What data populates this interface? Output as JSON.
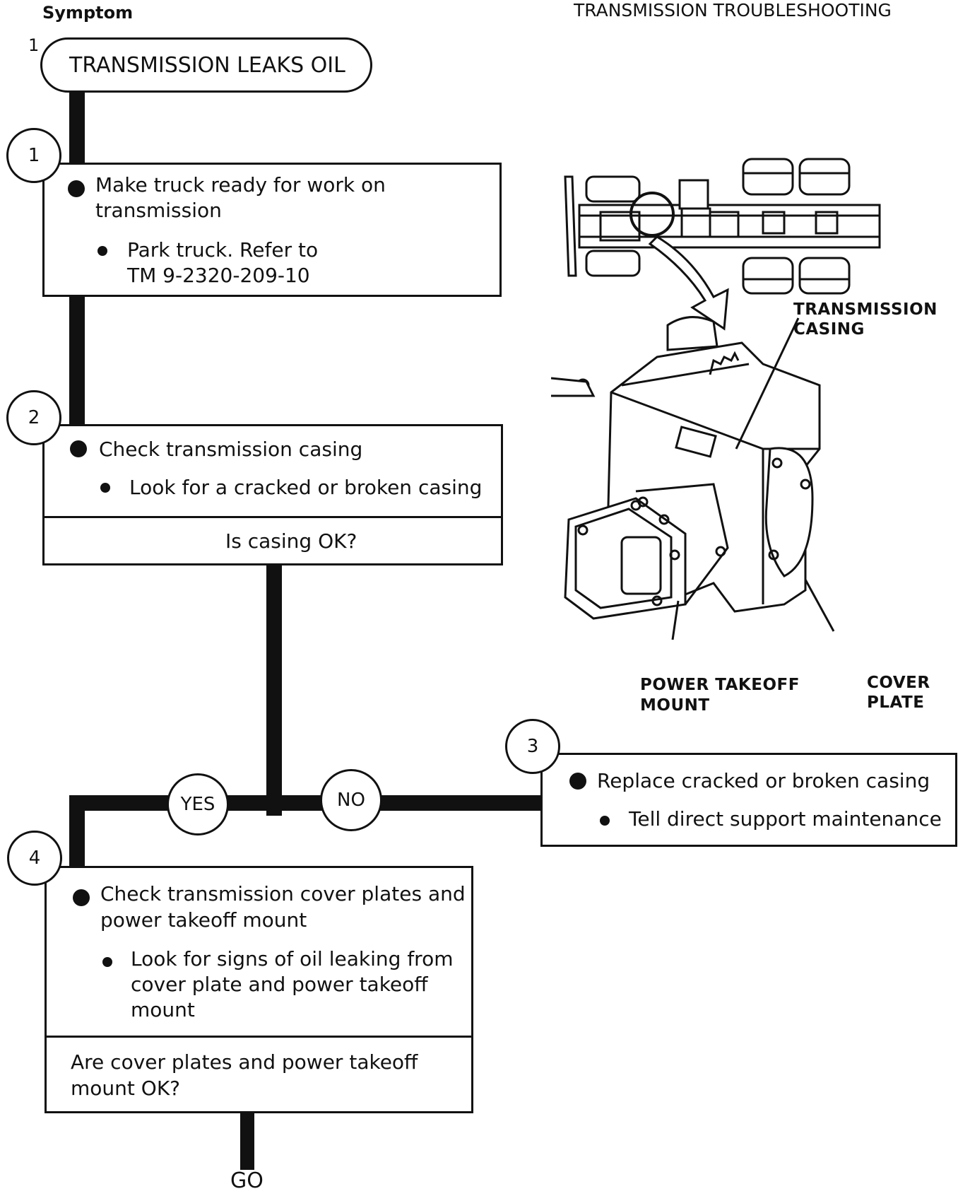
{
  "header": {
    "symptom_label": "Symptom",
    "page_title": "TRANSMISSION TROUBLESHOOTING"
  },
  "symptom": {
    "number": "1",
    "title": "TRANSMISSION LEAKS OIL"
  },
  "steps": [
    {
      "number": "1",
      "main_line1": "Make truck ready for work on",
      "main_line2": "transmission",
      "sub_line1": "Park truck.  Refer to",
      "sub_line2": "TM 9-2320-209-10"
    },
    {
      "number": "2",
      "main_line1": "Check transmission casing",
      "sub_line1": "Look for a cracked or broken casing",
      "question": "Is casing OK?"
    },
    {
      "number": "3",
      "main_line1": "Replace cracked or broken casing",
      "sub_line1": "Tell direct support maintenance"
    },
    {
      "number": "4",
      "main_line1": "Check transmission cover plates and",
      "main_line2": "power takeoff mount",
      "sub_line1": "Look for signs of oil leaking from",
      "sub_line2": "cover plate and power takeoff",
      "sub_line3": "mount",
      "question_line1": "Are cover plates and power takeoff",
      "question_line2": "mount OK?"
    }
  ],
  "branches": {
    "yes": "YES",
    "no": "NO",
    "go": "GO"
  },
  "illustration": {
    "callout_casing_line1": "TRANSMISSION",
    "callout_casing_line2": "CASING",
    "callout_pto_line1": "POWER TAKEOFF",
    "callout_pto_line2": "MOUNT",
    "callout_cover_line1": "COVER",
    "callout_cover_line2": "PLATE"
  }
}
